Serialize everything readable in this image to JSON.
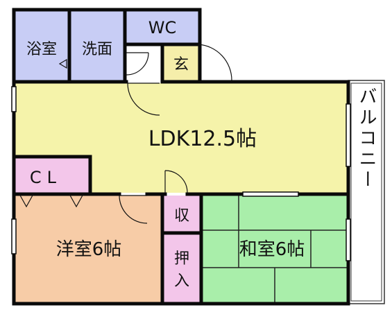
{
  "rooms": {
    "bath": "浴室",
    "washroom": "洗面",
    "wc": "WC",
    "entrance": "玄",
    "ldk": "LDK12.5帖",
    "closet": "CL",
    "western": "洋室6帖",
    "storage": "収",
    "closet2_top": "押",
    "closet2_bottom": "入",
    "japanese": "和室6帖",
    "balcony": "バルコニー"
  },
  "colors": {
    "bath": "#c8cdf5",
    "washroom": "#c8cdf5",
    "wc": "#c8cdf5",
    "entrance": "#f5eeaa",
    "ldk": "#f5f3aa",
    "closet": "#f3c6ea",
    "western": "#f7cca7",
    "storage": "#f3c6ea",
    "closet2": "#f3c6ea",
    "japanese": "#a9eeaa",
    "balcony": "#ffffff",
    "wall": "#0a0a0a"
  }
}
